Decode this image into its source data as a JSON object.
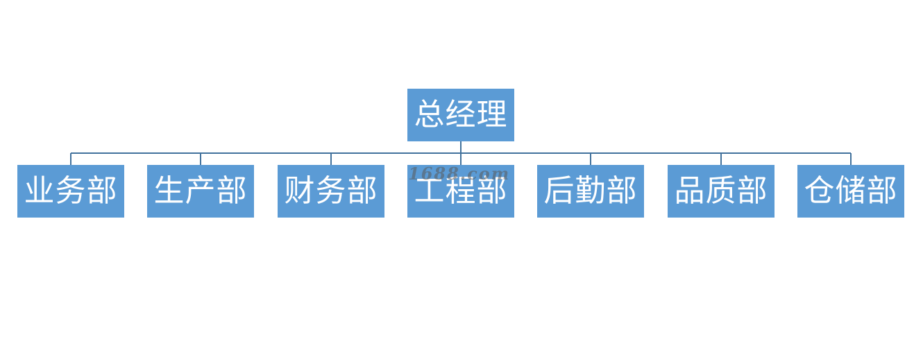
{
  "colors": {
    "node_fill": "#5b9bd5",
    "node_text": "#ffffff",
    "connector": "#41719c"
  },
  "org_chart": {
    "root": {
      "label": "总经理"
    },
    "children": [
      {
        "label": "业务部"
      },
      {
        "label": "生产部"
      },
      {
        "label": "财务部"
      },
      {
        "label": "工程部"
      },
      {
        "label": "后勤部"
      },
      {
        "label": "品质部"
      },
      {
        "label": "仓储部"
      }
    ]
  },
  "watermark": {
    "text": "1688.com"
  }
}
